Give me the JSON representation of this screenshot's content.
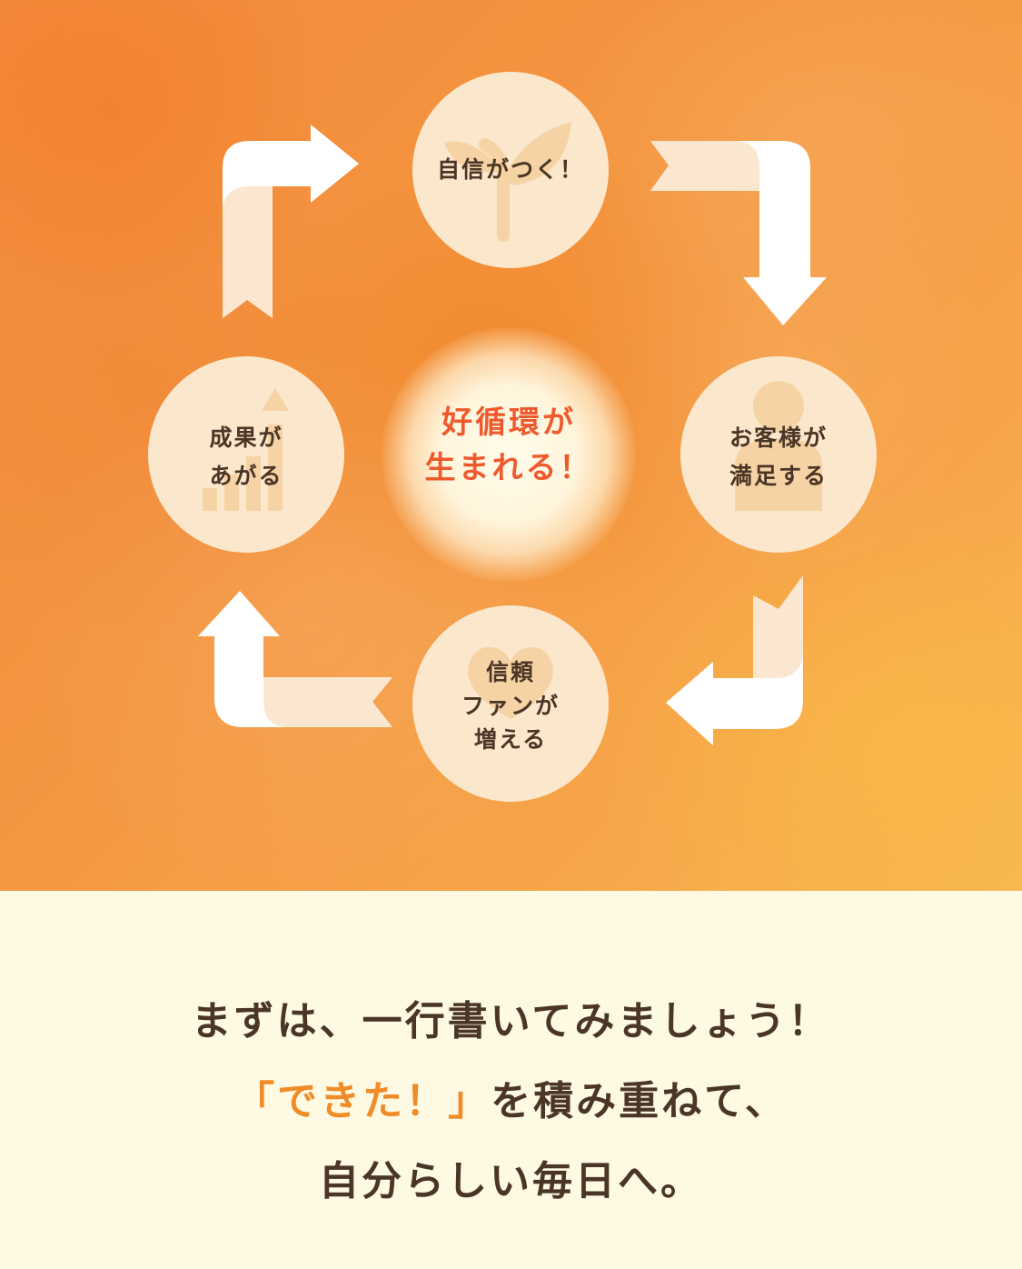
{
  "diagram": {
    "center_label_lines": [
      "好循環が",
      "生まれる！"
    ],
    "nodes": [
      {
        "id": "top",
        "icon": "sprout-icon",
        "lines": [
          "自信がつく！"
        ]
      },
      {
        "id": "right",
        "icon": "person-icon",
        "lines": [
          "お客様が",
          "満足する"
        ]
      },
      {
        "id": "bottom",
        "icon": "heart-icon",
        "lines": [
          "信頼",
          "ファンが",
          "増える"
        ]
      },
      {
        "id": "left",
        "icon": "growth-bar-chart-icon",
        "lines": [
          "成果が",
          "あがる"
        ]
      }
    ],
    "cycle_direction": "clockwise",
    "colors": {
      "background_orange": "#f49540",
      "node_fill": "#fbe7cc",
      "arrow_white": "#ffffff",
      "center_text": "#ef5a2d",
      "body_text": "#4a3526"
    }
  },
  "message": {
    "line1": "まずは、一行書いてみましょう！",
    "line2_accent": "「できた！」",
    "line2_rest": "を積み重ねて、",
    "line3": "自分らしい毎日へ。",
    "colors": {
      "accent": "#f08c28",
      "text": "#4a3526",
      "panel_bg": "#fdf9e3"
    }
  }
}
